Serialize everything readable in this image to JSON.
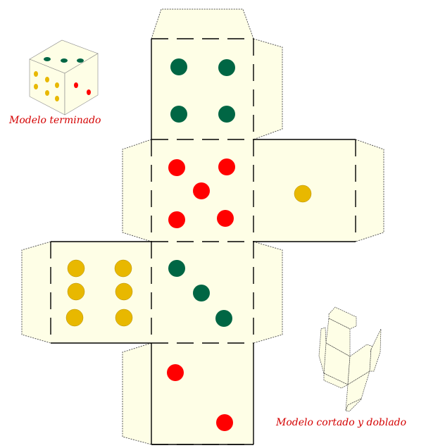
{
  "captions": {
    "finished": "Modelo terminado",
    "folded": "Modelo cortado y doblado"
  },
  "colors": {
    "green": "#006644",
    "red": "#ff0000",
    "yellow": "#e8b800",
    "paper": "#fefee6"
  },
  "faces": [
    {
      "name": "four",
      "pips": 4,
      "color": "green"
    },
    {
      "name": "five",
      "pips": 5,
      "color": "red"
    },
    {
      "name": "one",
      "pips": 1,
      "color": "yellow"
    },
    {
      "name": "six",
      "pips": 6,
      "color": "yellow"
    },
    {
      "name": "three",
      "pips": 3,
      "color": "green"
    },
    {
      "name": "two",
      "pips": 2,
      "color": "red"
    }
  ]
}
